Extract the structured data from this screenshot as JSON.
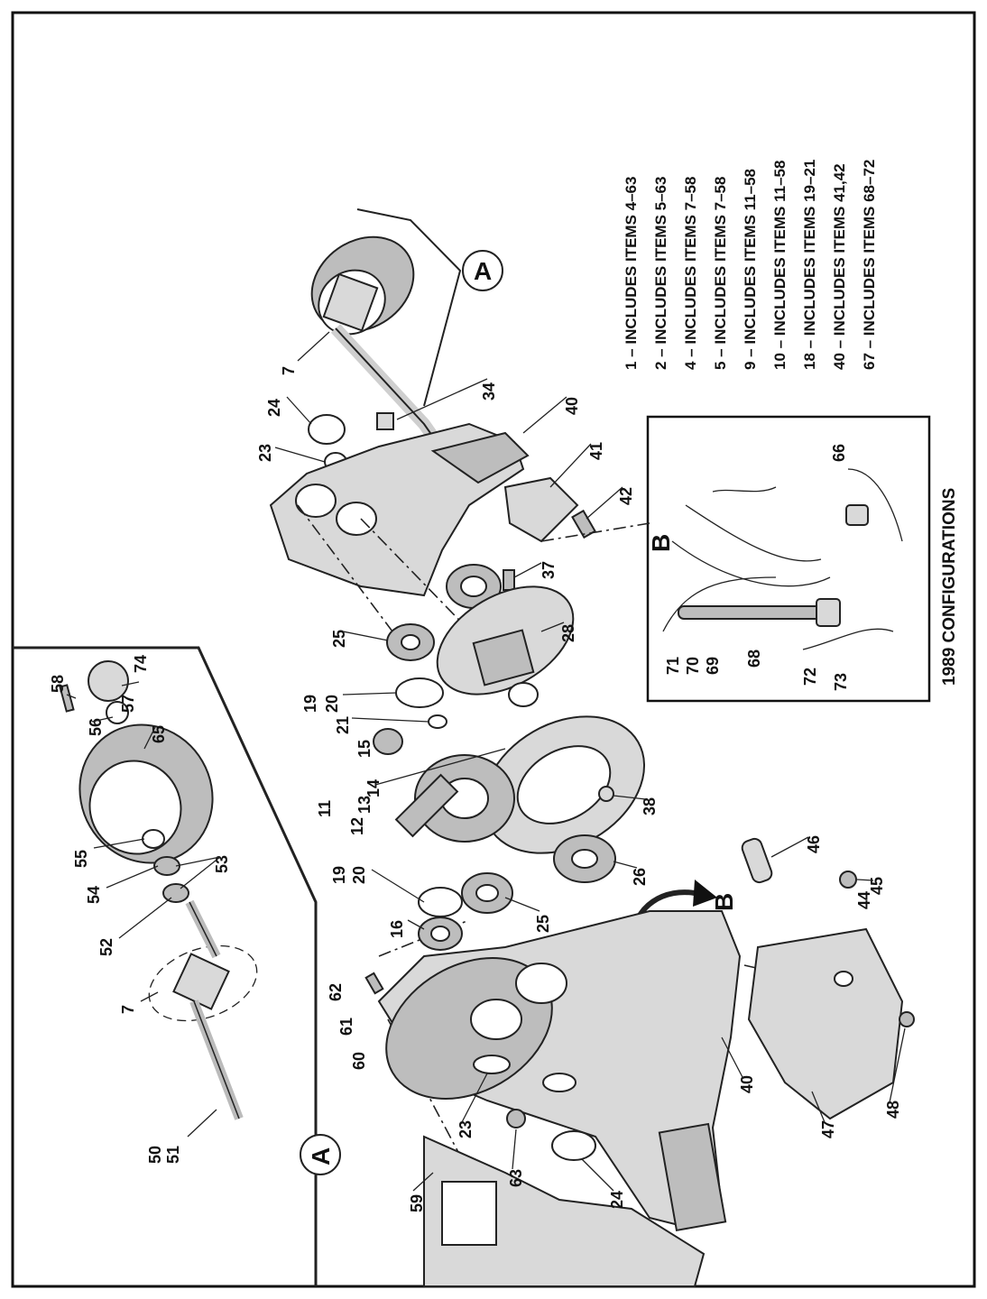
{
  "legend": [
    "1 – INCLUDES ITEMS 4–63",
    "2 – INCLUDES ITEMS 5–63",
    "4 – INCLUDES ITEMS 7–58",
    "5 – INCLUDES ITEMS 7–58",
    "9 – INCLUDES ITEMS 11–58",
    "10 – INCLUDES ITEMS 11–58",
    "18 – INCLUDES ITEMS 19–21",
    "40 – INCLUDES ITEMS 41,42",
    "67 – INCLUDES ITEMS 68–72"
  ],
  "inset_title": "1989 CONFIGURATIONS",
  "view_markers": {
    "a_top": "A",
    "a_bottom": "A",
    "b_inset": "B",
    "b_arrow": "B"
  },
  "labels": {
    "l7_top": "7",
    "l24_top": "24",
    "l23_top": "23",
    "l34": "34",
    "l40_top": "40",
    "l41": "41",
    "l42": "42",
    "l37": "37",
    "l28": "28",
    "l25_top": "25",
    "l19_top": "19",
    "l20_top": "20",
    "l21": "21",
    "l15": "15",
    "l14": "14",
    "l13": "13",
    "l11": "11",
    "l12": "12",
    "l38": "38",
    "l19_mid": "19",
    "l20_mid": "20",
    "l16": "16",
    "l25_mid": "25",
    "l26": "26",
    "l46": "46",
    "l45": "45",
    "l44": "44",
    "l62": "62",
    "l61": "61",
    "l60": "60",
    "l40_bot": "40",
    "l48": "48",
    "l47": "47",
    "l23_bot": "23",
    "l63": "63",
    "l24_bot": "24",
    "l59": "59",
    "l58": "58",
    "l74": "74",
    "l57": "57",
    "l56": "56",
    "l65": "65",
    "l55": "55",
    "l53": "53",
    "l54": "54",
    "l52": "52",
    "l7_left": "7",
    "l50": "50",
    "l51": "51",
    "l66": "66",
    "l71": "71",
    "l70": "70",
    "l69": "69",
    "l68": "68",
    "l72": "72",
    "l73": "73"
  }
}
